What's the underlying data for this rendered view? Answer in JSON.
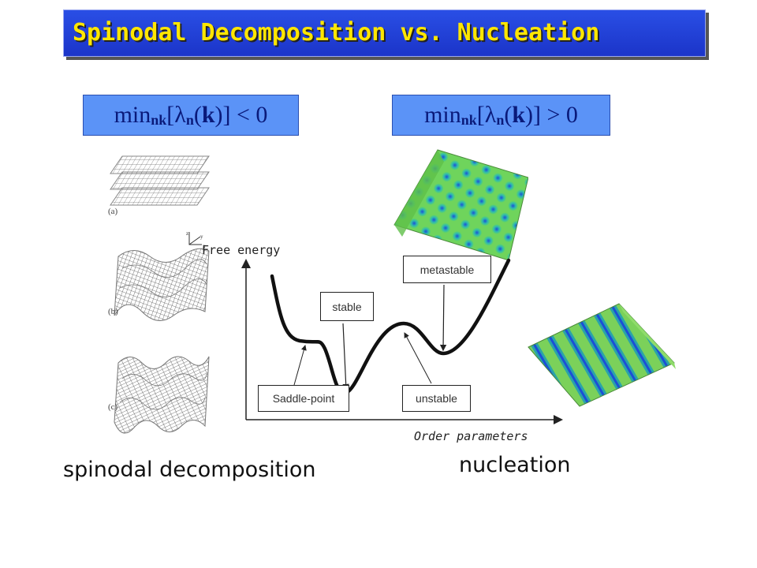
{
  "title": "Spinodal Decomposition vs. Nucleation",
  "conditions": {
    "left": {
      "prefix": "min",
      "sub": "nk",
      "lambda_sub": "n",
      "arg": "k",
      "relation": "< 0"
    },
    "right": {
      "prefix": "min",
      "sub": "nk",
      "lambda_sub": "n",
      "arg": "k",
      "relation": "> 0"
    }
  },
  "diagram": {
    "y_axis_label": "Free energy",
    "x_axis_label": "Order parameters",
    "labels": {
      "saddle_point": "Saddle-point",
      "stable": "stable",
      "unstable": "unstable",
      "metastable": "metastable"
    }
  },
  "spinodal_panels": [
    "(a)",
    "(b)",
    "(c)"
  ],
  "axis_glyphs": {
    "z": "z",
    "y": "y",
    "x": "x"
  },
  "captions": {
    "left": "spinodal decomposition",
    "right": "nucleation"
  },
  "colors": {
    "title_bg": "#2140d8",
    "title_text": "#ffe600",
    "condition_bg": "#5b93f7",
    "condition_text": "#0a1a7a"
  }
}
